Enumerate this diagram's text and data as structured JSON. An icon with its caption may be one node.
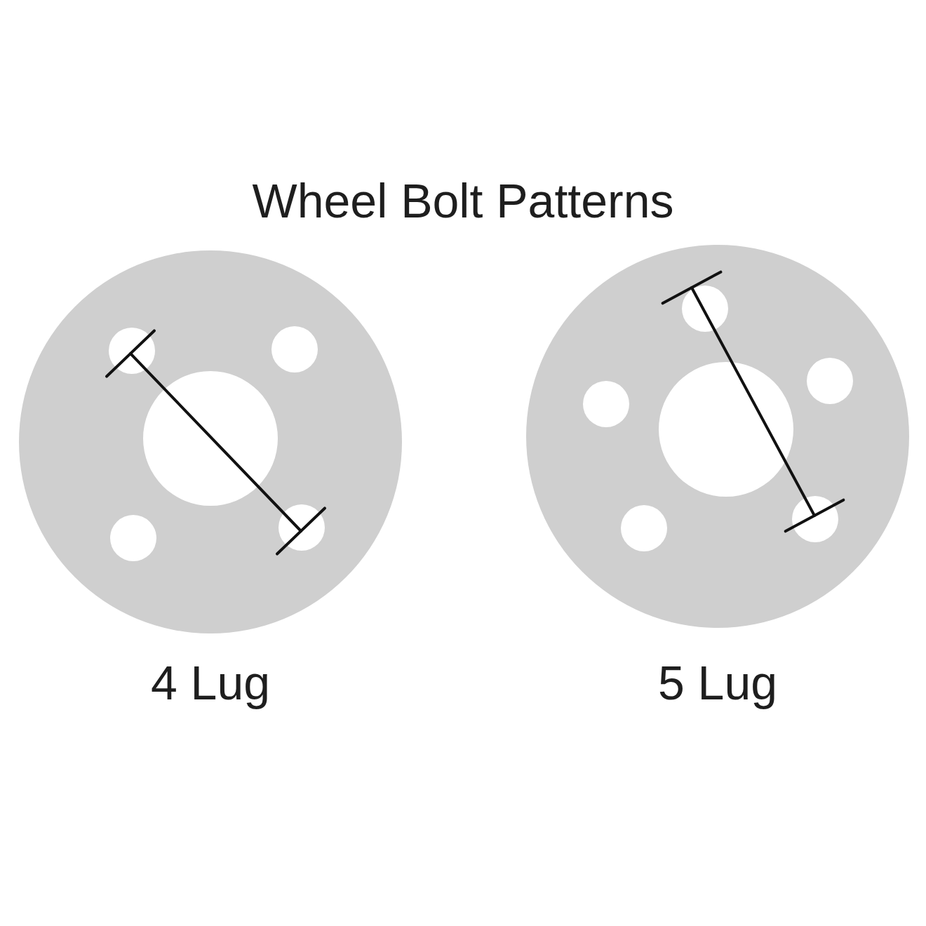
{
  "diagram": {
    "title": "Wheel Bolt Patterns",
    "nodes": [
      {
        "text": [
          "4 Lug"
        ]
      },
      {
        "text": [
          "5 Lug"
        ]
      }
    ]
  }
}
